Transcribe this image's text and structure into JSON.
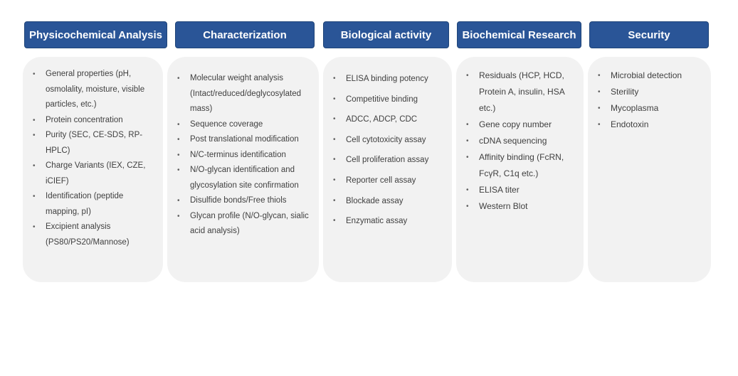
{
  "columns": [
    {
      "title": "Physicochemical Analysis",
      "items": [
        "General properties (pH, osmolality, moisture, visible particles, etc.)",
        "Protein concentration",
        "Purity (SEC,  CE-SDS, RP-HPLC)",
        "Charge Variants (IEX, CZE, iCIEF)",
        "Identification (peptide mapping, pI)",
        "Excipient analysis (PS80/PS20/Mannose)"
      ]
    },
    {
      "title": "Characterization",
      "items": [
        "Molecular weight analysis (Intact/reduced/deglycosylated mass)",
        "Sequence coverage",
        "Post translational modification",
        "N/C-terminus identification",
        "N/O-glycan identification and glycosylation site confirmation",
        "Disulfide bonds/Free thiols",
        "Glycan profile (N/O-glycan, sialic acid analysis)"
      ]
    },
    {
      "title": "Biological activity",
      "items": [
        "ELISA binding potency",
        "Competitive binding",
        "ADCC, ADCP, CDC",
        "Cell cytotoxicity assay",
        "Cell proliferation assay",
        "Reporter cell assay",
        "Blockade assay",
        "Enzymatic assay"
      ]
    },
    {
      "title": "Biochemical Research",
      "items": [
        "Residuals (HCP, HCD, Protein A, insulin, HSA etc.)",
        "Gene copy number",
        "cDNA sequencing",
        "Affinity binding (FcRN, FcγR, C1q etc.)",
        "ELISA titer",
        "Western Blot"
      ]
    },
    {
      "title": "Security",
      "items": [
        "Microbial detection",
        "Sterility",
        "Mycoplasma",
        "Endotoxin"
      ]
    }
  ],
  "colors": {
    "header_bg": "#2a5597",
    "header_text": "#ffffff",
    "card_bg": "#f2f2f2",
    "item_text": "#404040"
  }
}
